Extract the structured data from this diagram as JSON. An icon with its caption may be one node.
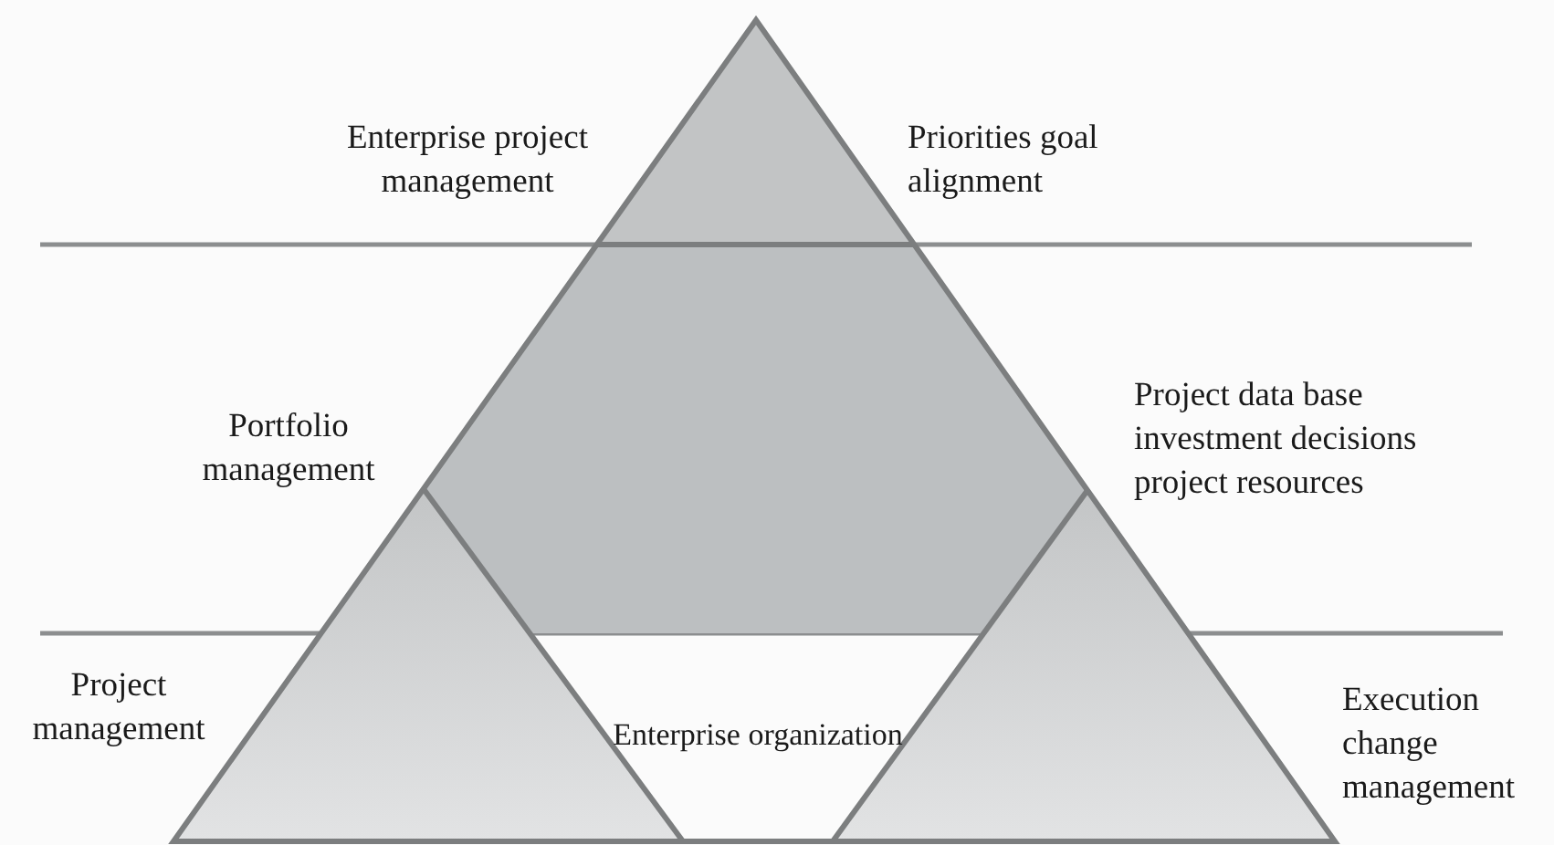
{
  "diagram": {
    "labels": [
      "Enterprise project management",
      "Priorities goal alignment",
      "Portfolio management",
      "Project data base investment decisions project resources",
      "Project management",
      "Enterprise organization",
      "Execution change management"
    ]
  }
}
